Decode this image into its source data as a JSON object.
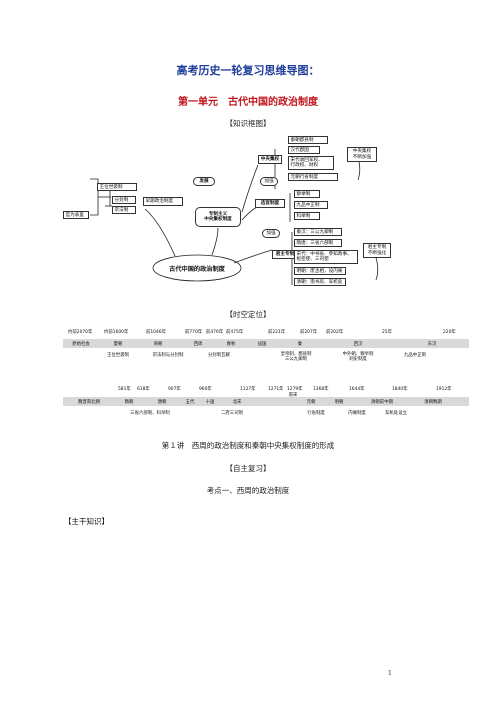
{
  "title": "高考历史一轮复习思维导图：",
  "subtitle": "第一单元　古代中国的政治制度",
  "section_framework": "【知识框图】",
  "mindmap": {
    "center": "古代中国的政治制度",
    "left_top": "王位世袭制",
    "left_fen": "分封制",
    "left_zong": "宗法制",
    "left_far": "官为表里",
    "early": "早期政治制度",
    "develop": "发展",
    "autocracy": "专制主义\n中央集权制度",
    "central_power": "中央集权",
    "strengthen1": "加强",
    "selection": "选官制度",
    "strengthen2": "加强",
    "monarch_power": "君主专制",
    "c1": "秦朝郡县制",
    "c2": "汉代郡国",
    "c3": "宋代收回军权、\n行政权、财权",
    "c4": "元朝行省制度",
    "c_right": "中央集权\n不断加强",
    "s1": "察举制",
    "s2": "九品中正制",
    "s3": "科举制",
    "m1": "秦汉：三公九卿制",
    "m2": "隋唐：三省六部制",
    "m3": "宋代：中书省、参知政事、\n枢密使、三司使",
    "m4": "明朝：废丞相，设内阁",
    "m5": "清朝：南书房、军机处",
    "m_right": "君主专制\n不断强化"
  },
  "section_timeline": "【时空定位】",
  "timeline1": {
    "years": [
      "约前2070年",
      "约前1600年",
      "前1046年",
      "前770年",
      "前476年",
      "前475年",
      "前221年",
      "前207年",
      "前202年",
      "25年",
      "220年"
    ],
    "dynasties": [
      "原始社会",
      "夏朝",
      "商朝",
      "西周",
      "春秋",
      "战国",
      "秦",
      "西汉",
      "东汉"
    ],
    "systems": [
      "王位世袭制",
      "宗法制与分封制",
      "分封制瓦解",
      "皇帝制、郡县制\n三公九卿制",
      "中外朝、察举制\n刺史制度",
      "九品中正制"
    ]
  },
  "timeline2": {
    "years": [
      "581年",
      "618年",
      "907年",
      "960年",
      "1127年",
      "1271年",
      "1279年",
      "1368年",
      "1644年",
      "1840年",
      "1912年"
    ],
    "dynasties": [
      "魏晋南北朝",
      "隋朝",
      "唐朝",
      "五代",
      "十国",
      "北宋",
      "南宋",
      "元朝",
      "明朝",
      "清朝前中期",
      "清朝晚期"
    ],
    "systems": [
      "三省六部制、科举制",
      "二府三司制",
      "行省制度",
      "内阁制度",
      "军机处设立"
    ]
  },
  "lesson": "第１讲　西周的政治制度和秦朝中央集权制度的形成",
  "self_review": "【自主复习】",
  "point": "考点一、西周的政治制度",
  "trunk": "【主干知识】",
  "page_number": "1"
}
